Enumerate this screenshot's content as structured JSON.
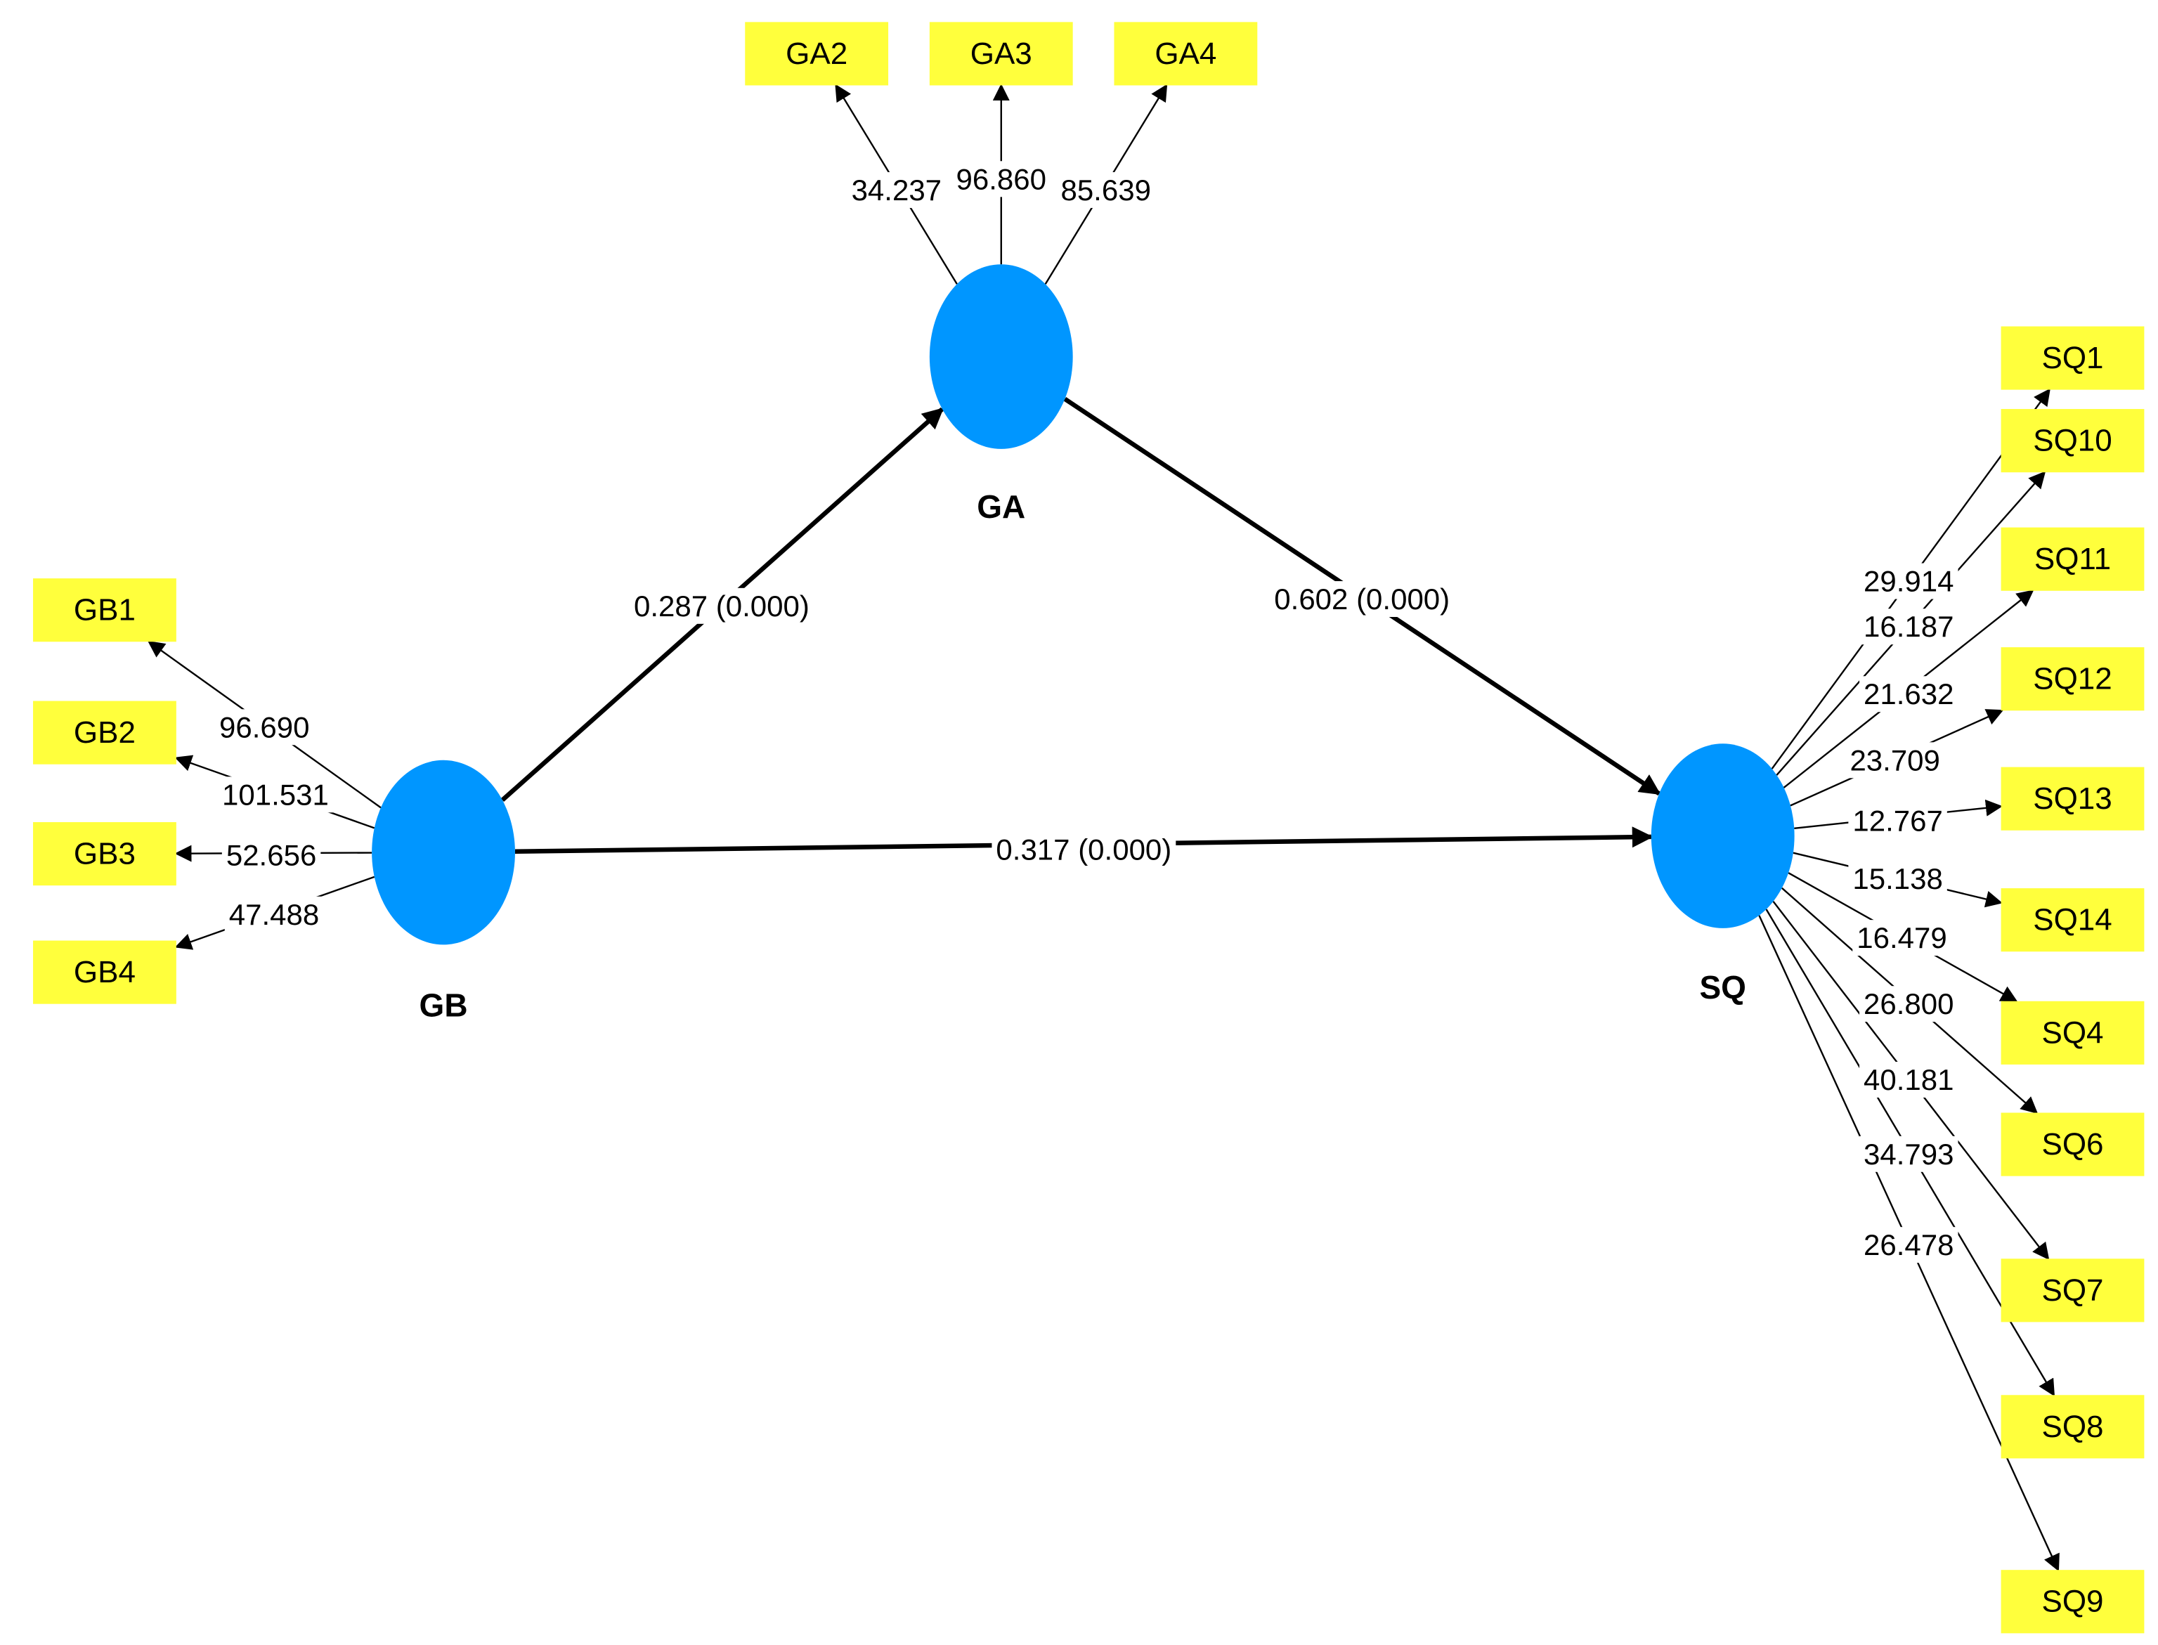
{
  "colors": {
    "latent_fill": "#0096ff",
    "indicator_fill": "#ffff3c",
    "line": "#000000",
    "background": "#ffffff"
  },
  "latents": [
    {
      "id": "GA",
      "label": "GA"
    },
    {
      "id": "GB",
      "label": "GB"
    },
    {
      "id": "SQ",
      "label": "SQ"
    }
  ],
  "indicators": [
    {
      "id": "GA2",
      "label": "GA2",
      "latent": "GA",
      "loading": "34.237"
    },
    {
      "id": "GA3",
      "label": "GA3",
      "latent": "GA",
      "loading": "96.860"
    },
    {
      "id": "GA4",
      "label": "GA4",
      "latent": "GA",
      "loading": "85.639"
    },
    {
      "id": "GB1",
      "label": "GB1",
      "latent": "GB",
      "loading": "96.690"
    },
    {
      "id": "GB2",
      "label": "GB2",
      "latent": "GB",
      "loading": "101.531"
    },
    {
      "id": "GB3",
      "label": "GB3",
      "latent": "GB",
      "loading": "52.656"
    },
    {
      "id": "GB4",
      "label": "GB4",
      "latent": "GB",
      "loading": "47.488"
    },
    {
      "id": "SQ1",
      "label": "SQ1",
      "latent": "SQ",
      "loading": "29.914"
    },
    {
      "id": "SQ10",
      "label": "SQ10",
      "latent": "SQ",
      "loading": "16.187"
    },
    {
      "id": "SQ11",
      "label": "SQ11",
      "latent": "SQ",
      "loading": "21.632"
    },
    {
      "id": "SQ12",
      "label": "SQ12",
      "latent": "SQ",
      "loading": "23.709"
    },
    {
      "id": "SQ13",
      "label": "SQ13",
      "latent": "SQ",
      "loading": "12.767"
    },
    {
      "id": "SQ14",
      "label": "SQ14",
      "latent": "SQ",
      "loading": "15.138"
    },
    {
      "id": "SQ4",
      "label": "SQ4",
      "latent": "SQ",
      "loading": "16.479"
    },
    {
      "id": "SQ6",
      "label": "SQ6",
      "latent": "SQ",
      "loading": "26.800"
    },
    {
      "id": "SQ7",
      "label": "SQ7",
      "latent": "SQ",
      "loading": "40.181"
    },
    {
      "id": "SQ8",
      "label": "SQ8",
      "latent": "SQ",
      "loading": "34.793"
    },
    {
      "id": "SQ9",
      "label": "SQ9",
      "latent": "SQ",
      "loading": "26.478"
    }
  ],
  "paths": [
    {
      "from": "GB",
      "to": "GA",
      "label": "0.287 (0.000)"
    },
    {
      "from": "GA",
      "to": "SQ",
      "label": "0.602 (0.000)"
    },
    {
      "from": "GB",
      "to": "SQ",
      "label": "0.317 (0.000)"
    }
  ]
}
